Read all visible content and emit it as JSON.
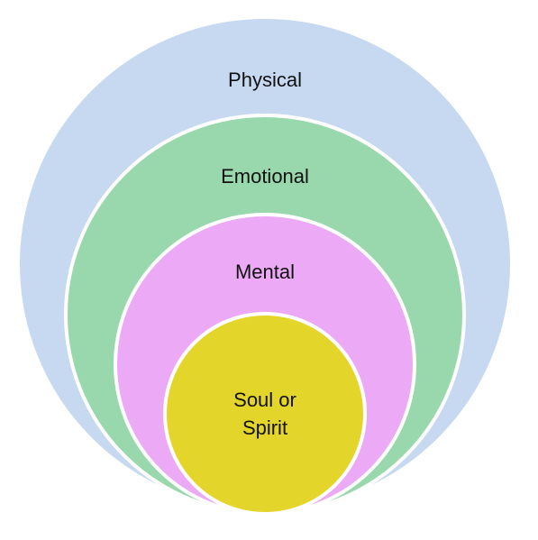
{
  "diagram": {
    "rings": [
      {
        "label": "Physical",
        "color": "#c6d9f1"
      },
      {
        "label": "Emotional",
        "color": "#99d8ad"
      },
      {
        "label": "Mental",
        "color": "#eca9f5"
      }
    ],
    "core": {
      "label_line1": "Soul or",
      "label_line2": "Spirit",
      "color": "#e4d52a"
    },
    "stroke_color": "#ffffff"
  }
}
